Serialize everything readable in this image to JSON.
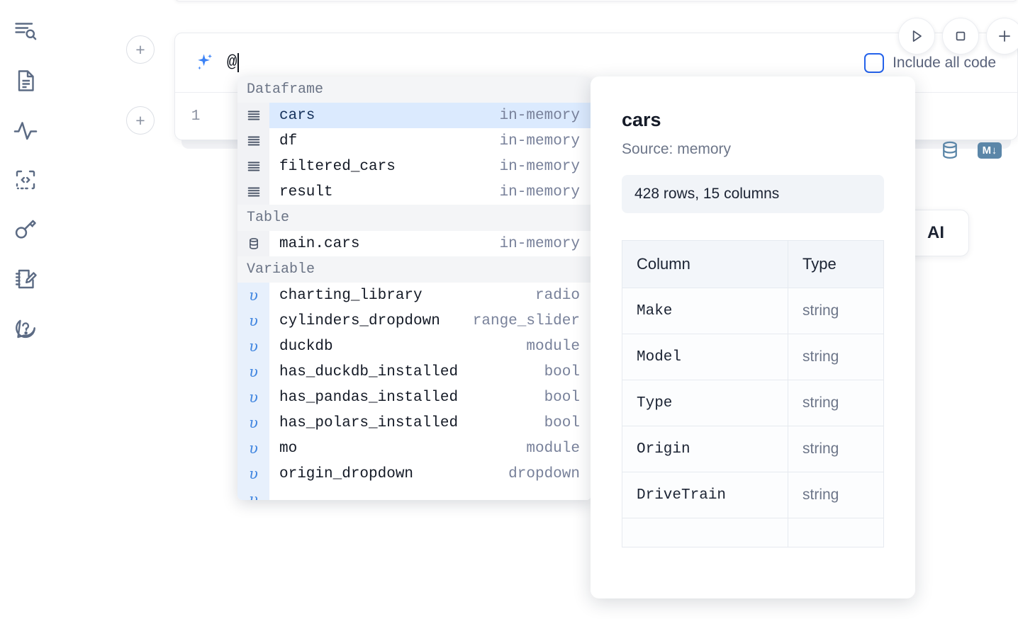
{
  "sidebar": {
    "items": [
      {
        "name": "outline-search-icon",
        "label": "Outline"
      },
      {
        "name": "document-icon",
        "label": "Notebook files"
      },
      {
        "name": "activity-icon",
        "label": "Activity"
      },
      {
        "name": "code-snippets-icon",
        "label": "Snippets"
      },
      {
        "name": "key-icon",
        "label": "Secrets"
      },
      {
        "name": "scratchpad-edit-icon",
        "label": "Scratchpad"
      },
      {
        "name": "help-chat-icon",
        "label": "Help"
      }
    ]
  },
  "toolbar": {
    "add_cell_label": "+",
    "run_label": "Run",
    "stop_label": "Stop",
    "include_all_code_label": "Include all code",
    "include_all_code_checked": false
  },
  "ai_cell": {
    "sparkle_icon": "ai-sparkle-icon",
    "prompt_value": "@",
    "line_number": "1",
    "database_icon": "database-icon",
    "markdown_badge": "M",
    "markdown_badge_arrow": "↓"
  },
  "ai_chip": {
    "label": "AI"
  },
  "autocomplete": {
    "groups": [
      {
        "label": "Dataframe",
        "items": [
          {
            "icon": "dataframe-icon",
            "name": "cars",
            "meta": "in-memory",
            "selected": true
          },
          {
            "icon": "dataframe-icon",
            "name": "df",
            "meta": "in-memory",
            "selected": false
          },
          {
            "icon": "dataframe-icon",
            "name": "filtered_cars",
            "meta": "in-memory",
            "selected": false
          },
          {
            "icon": "dataframe-icon",
            "name": "result",
            "meta": "in-memory",
            "selected": false
          }
        ]
      },
      {
        "label": "Table",
        "items": [
          {
            "icon": "table-database-icon",
            "name": "main.cars",
            "meta": "in-memory",
            "selected": false
          }
        ]
      },
      {
        "label": "Variable",
        "items": [
          {
            "icon": "variable-icon",
            "name": "charting_library",
            "meta": "radio",
            "selected": false
          },
          {
            "icon": "variable-icon",
            "name": "cylinders_dropdown",
            "meta": "range_slider",
            "selected": false
          },
          {
            "icon": "variable-icon",
            "name": "duckdb",
            "meta": "module",
            "selected": false
          },
          {
            "icon": "variable-icon",
            "name": "has_duckdb_installed",
            "meta": "bool",
            "selected": false
          },
          {
            "icon": "variable-icon",
            "name": "has_pandas_installed",
            "meta": "bool",
            "selected": false
          },
          {
            "icon": "variable-icon",
            "name": "has_polars_installed",
            "meta": "bool",
            "selected": false
          },
          {
            "icon": "variable-icon",
            "name": "mo",
            "meta": "module",
            "selected": false
          },
          {
            "icon": "variable-icon",
            "name": "origin_dropdown",
            "meta": "dropdown",
            "selected": false
          }
        ]
      }
    ]
  },
  "detail": {
    "title": "cars",
    "source": "Source: memory",
    "shape": "428 rows, 15 columns",
    "columns_header": "Column",
    "type_header": "Type",
    "rows": [
      {
        "column": "Make",
        "type": "string"
      },
      {
        "column": "Model",
        "type": "string"
      },
      {
        "column": "Type",
        "type": "string"
      },
      {
        "column": "Origin",
        "type": "string"
      },
      {
        "column": "DriveTrain",
        "type": "string"
      }
    ]
  },
  "colors": {
    "accent_blue": "#2563eb",
    "selection_blue": "#dbeafe",
    "variable_blue": "#4186e0",
    "steel_blue": "#5b86a8",
    "text_dark": "#151b28",
    "text_muted": "#6d7689"
  }
}
